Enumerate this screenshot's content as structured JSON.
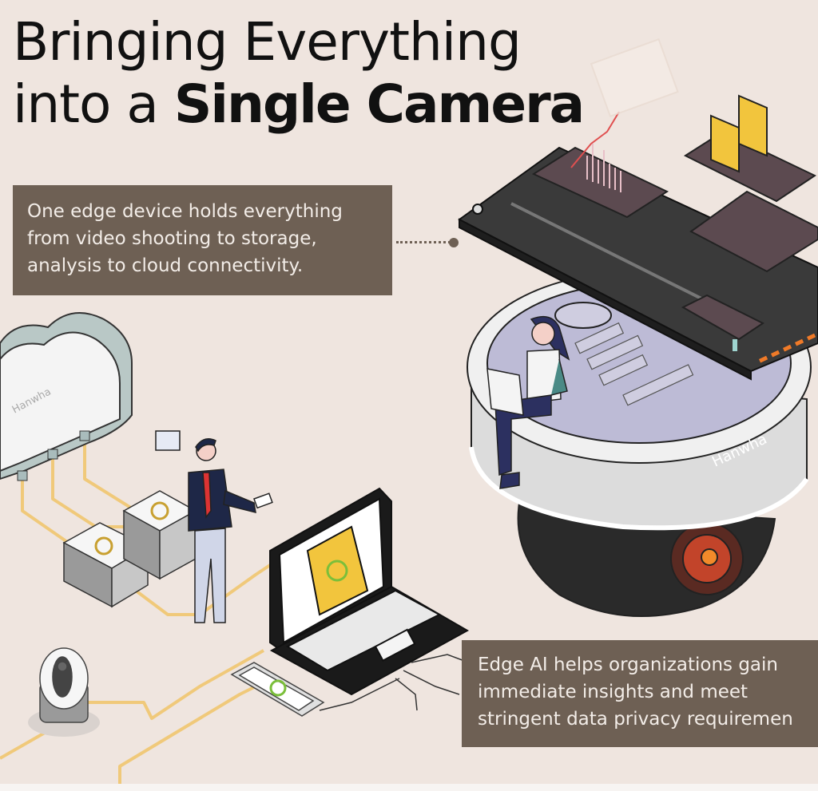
{
  "headline": {
    "line1": "Bringing Everything",
    "line2_regular": "into a ",
    "line2_bold": "Single Camera"
  },
  "callouts": [
    {
      "lines": [
        "One edge device holds everything",
        "from video shooting to storage,",
        "analysis to cloud connectivity."
      ]
    },
    {
      "lines": [
        "Edge AI helps organizations gain",
        "immediate insights and meet",
        "stringent data privacy requiremen"
      ]
    }
  ],
  "illustration": {
    "brand_on_cloud": "Hanwha",
    "brand_on_camera": "Hanwha",
    "elements": [
      "edge-circuit-board",
      "analytics-chip",
      "storage-folder-chip",
      "processor-chip",
      "dome-camera",
      "woman-with-laptop",
      "cloud",
      "server-stacks",
      "businessman-with-phone",
      "laptop-with-sync-folder",
      "smartphone-with-sync-icon",
      "small-home-camera"
    ]
  },
  "colors": {
    "background": "#efe5df",
    "callout_bg": "#6e6054",
    "callout_text": "#f3ede8",
    "title_text": "#111111",
    "cable": "#f0c97a",
    "folder": "#f2c53d",
    "board": "#3a3a3a",
    "chip": "#5c4a50",
    "lens_accent": "#e0502a"
  }
}
